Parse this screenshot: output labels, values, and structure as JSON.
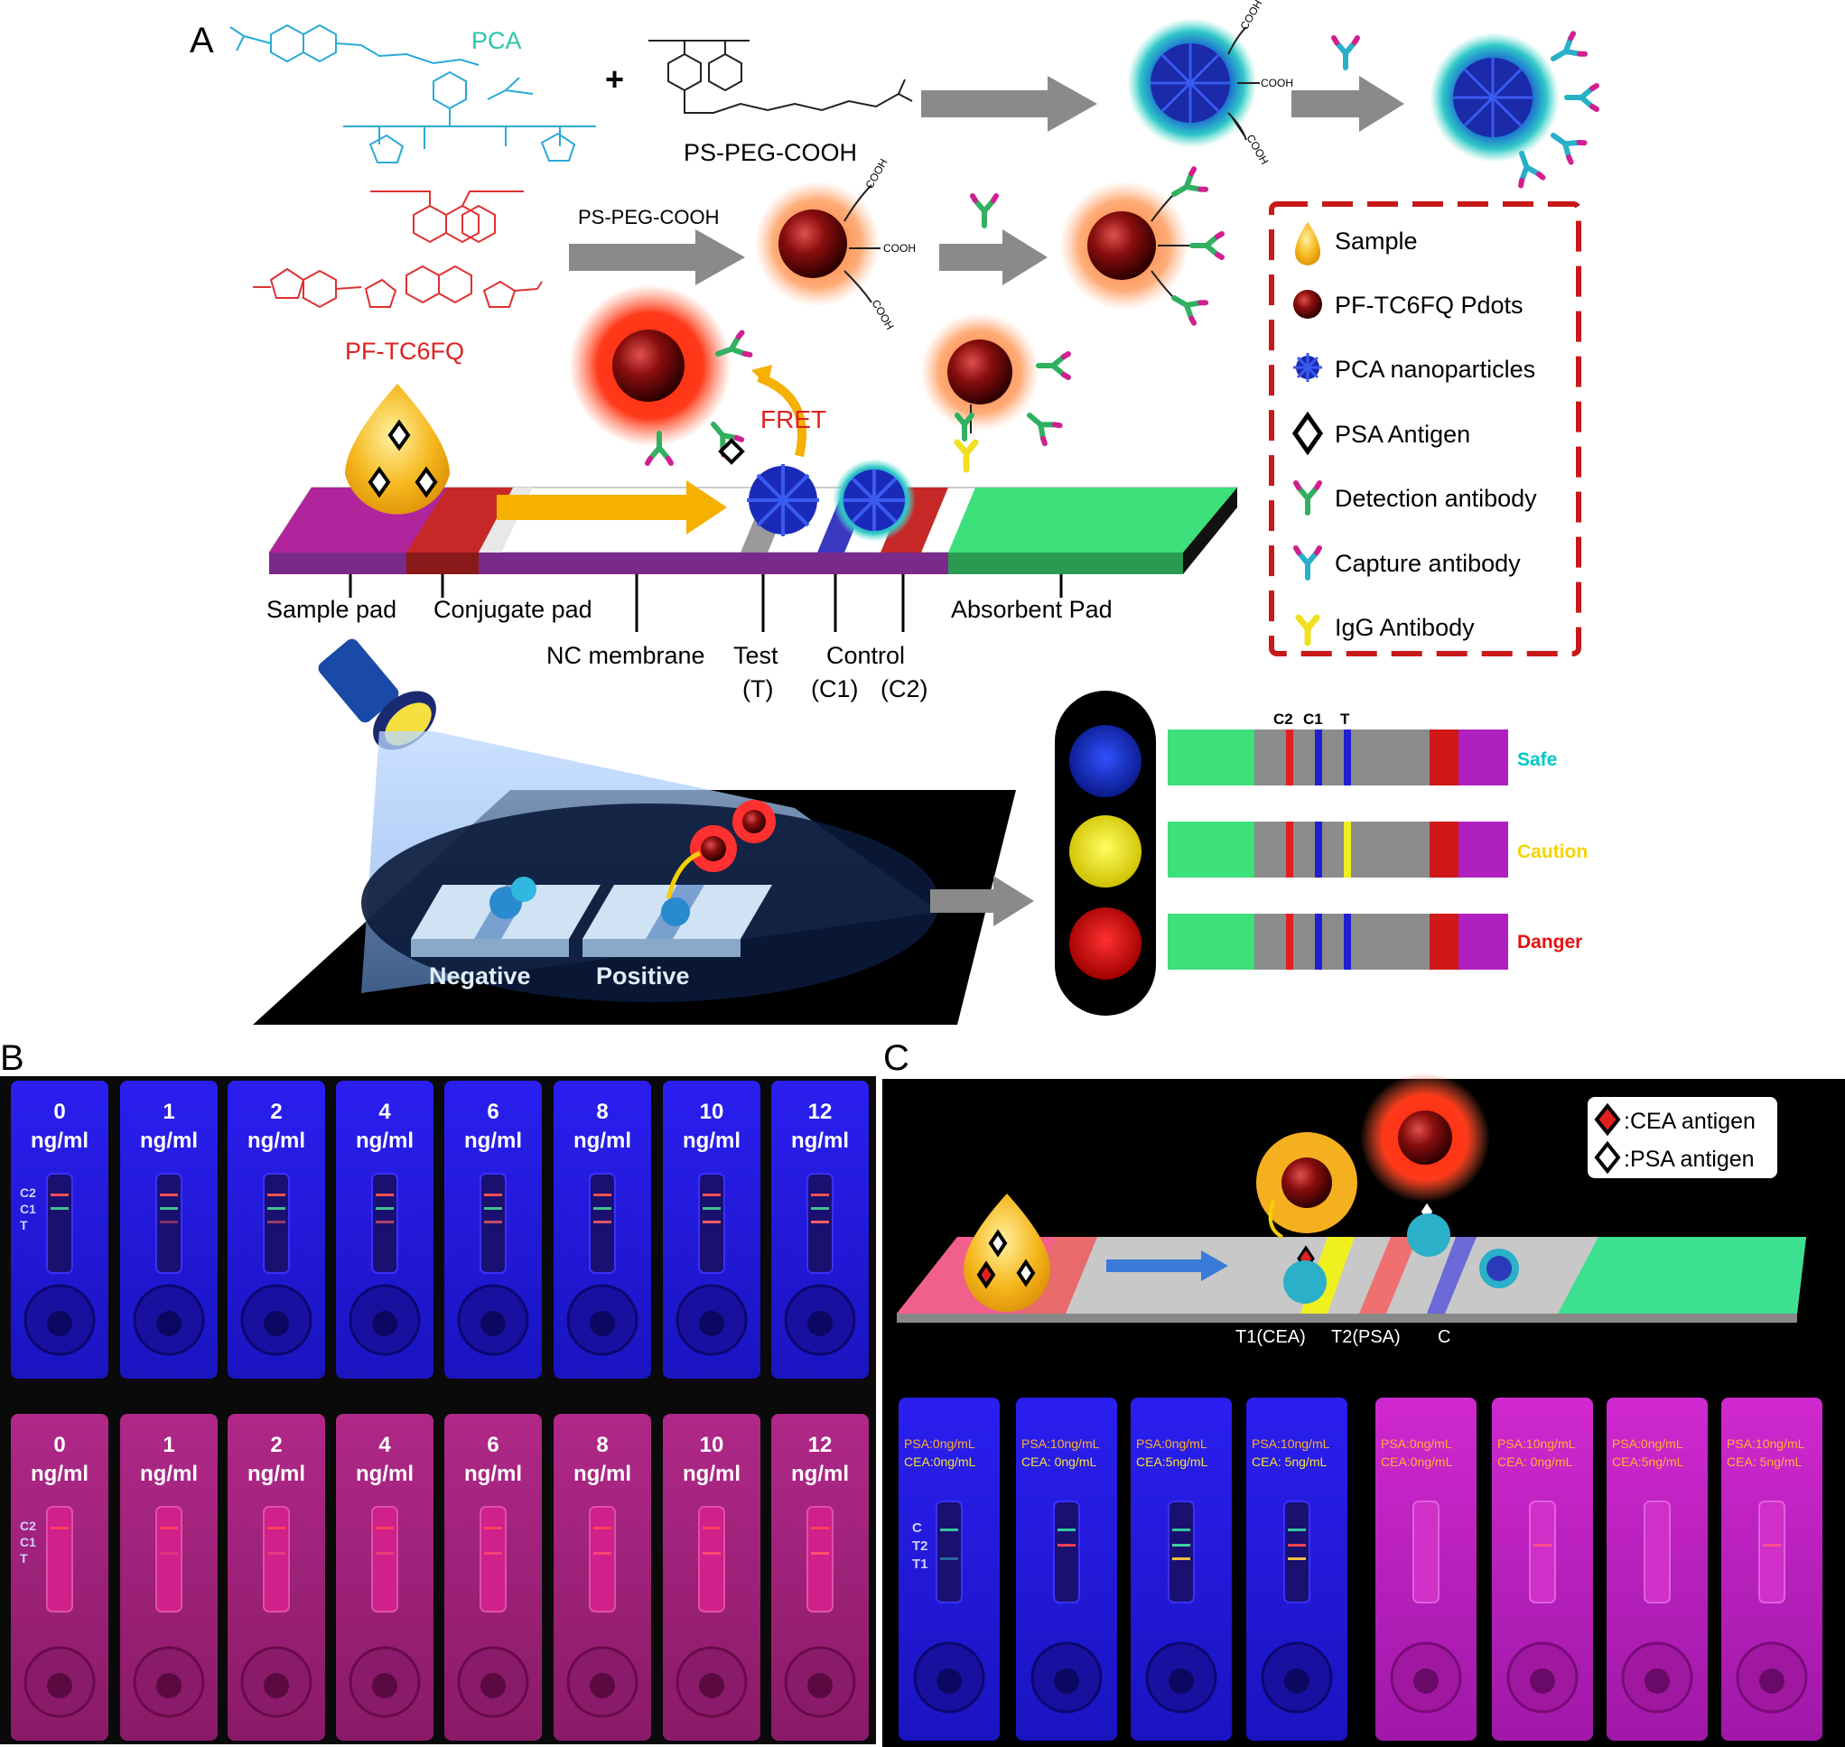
{
  "panel_a": {
    "letter": "A",
    "pca_label": "PCA",
    "plus": "+",
    "ps_peg_label": "PS-PEG-COOH",
    "ps_peg_arrow_label": "PS-PEG-COOH",
    "pf_label": "PF-TC6FQ",
    "fret": "FRET",
    "cooh": "COOH",
    "strip_labels": {
      "sample_pad": "Sample pad",
      "conjugate_pad": "Conjugate pad",
      "nc_membrane": "NC membrane",
      "test": "Test",
      "test_sub": "(T)",
      "control": "Control",
      "c1": "(C1)",
      "c2": "(C2)",
      "absorbent_pad": "Absorbent Pad"
    },
    "legend": [
      {
        "label": "Sample",
        "icon": "drop-icon"
      },
      {
        "label": "PF-TC6FQ Pdots",
        "icon": "red-pdot-icon"
      },
      {
        "label": "PCA nanoparticles",
        "icon": "blue-nanoparticle-icon"
      },
      {
        "label": "PSA Antigen",
        "icon": "diamond-antigen-icon"
      },
      {
        "label": "Detection antibody",
        "icon": "detection-antibody-icon"
      },
      {
        "label": "Capture antibody",
        "icon": "capture-antibody-icon"
      },
      {
        "label": "IgG Antibody",
        "icon": "igg-antibody-icon"
      }
    ],
    "negative": "Negative",
    "positive": "Positive",
    "result_header": {
      "c2": "C2",
      "c1": "C1",
      "t": "T"
    },
    "results": [
      {
        "label": "Safe",
        "color": "#00c8c8",
        "light": "#1a2bd6"
      },
      {
        "label": "Caution",
        "color": "#f5d400",
        "light": "#ffff20"
      },
      {
        "label": "Danger",
        "color": "#e81010",
        "light": "#ff1010"
      }
    ]
  },
  "panel_b": {
    "letter": "B",
    "unit": "ng/ml",
    "concentrations": [
      "0",
      "1",
      "2",
      "4",
      "6",
      "8",
      "10",
      "12"
    ],
    "line_labels": [
      "C2",
      "C1",
      "T"
    ]
  },
  "panel_c": {
    "letter": "C",
    "legend": [
      {
        "label": ":CEA antigen",
        "icon": "red-diamond-icon"
      },
      {
        "label": ":PSA antigen",
        "icon": "black-diamond-icon"
      }
    ],
    "strip_labels": [
      "T1(CEA)",
      "T2(PSA)",
      "C"
    ],
    "line_labels": [
      "C",
      "T2",
      "T1"
    ],
    "cards": [
      {
        "psa": "PSA:0ng/mL",
        "cea": "CEA:0ng/mL"
      },
      {
        "psa": "PSA:10ng/mL",
        "cea": "CEA:  0ng/mL"
      },
      {
        "psa": "PSA:0ng/mL",
        "cea": "CEA:5ng/mL"
      },
      {
        "psa": "PSA:10ng/mL",
        "cea": "CEA:  5ng/mL"
      }
    ]
  },
  "colors": {
    "blue_card": "#2a1ff0",
    "pink_card": "#a0237a",
    "purple_card": "#c020c8",
    "strip_purple": "#b0249c",
    "strip_red": "#c62828",
    "strip_green": "#3de07a",
    "legend_border": "#c81818",
    "gray_arrow": "#8a8a8a"
  }
}
